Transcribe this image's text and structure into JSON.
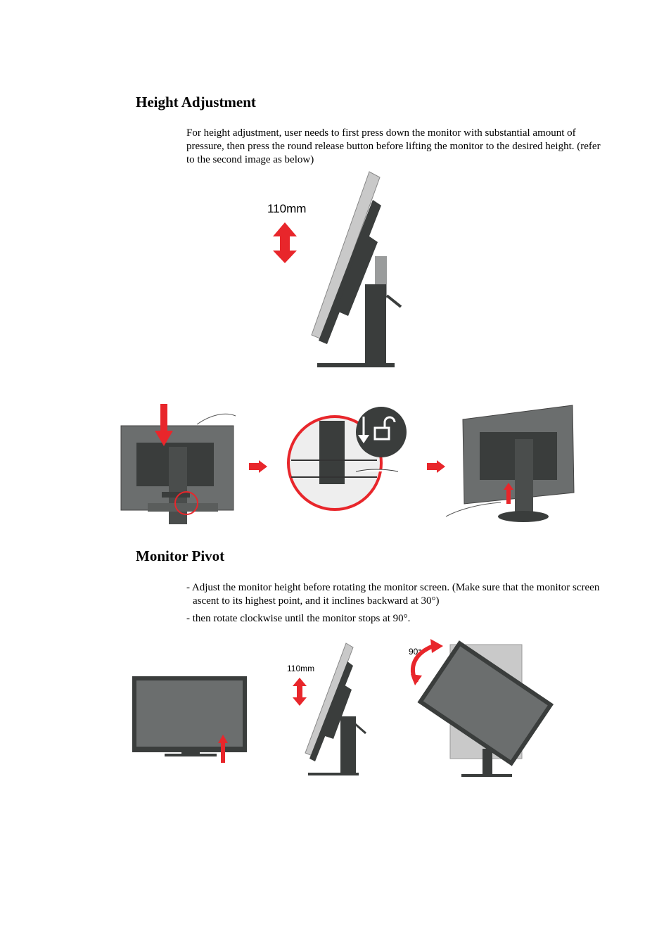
{
  "sections": [
    {
      "title": "Height Adjustment",
      "paragraph": "For height adjustment, user needs to first press down the monitor with substantial amount of pressure, then press the round release button before lifting the monitor to the desired height. (refer to the second image as below)",
      "figure_label": "110mm"
    },
    {
      "title": "Monitor Pivot",
      "bullets": [
        "- Adjust the monitor height before rotating the monitor screen. (Make sure that the monitor screen ascent to its highest point, and it inclines backward at 30°)",
        "- then rotate clockwise until the monitor stops at 90°."
      ],
      "figure_label_height": "110mm",
      "figure_label_angle": "90°"
    }
  ],
  "colors": {
    "accent_red": "#e8262b",
    "monitor_dark": "#3a3d3c",
    "monitor_gray": "#6b6e6e",
    "panel_light": "#c9c9c9"
  },
  "icons": [
    "double-arrow-icon",
    "down-arrow-icon",
    "right-arrow-icon",
    "up-arrow-icon",
    "unlock-icon",
    "rotate-arrow-icon"
  ]
}
